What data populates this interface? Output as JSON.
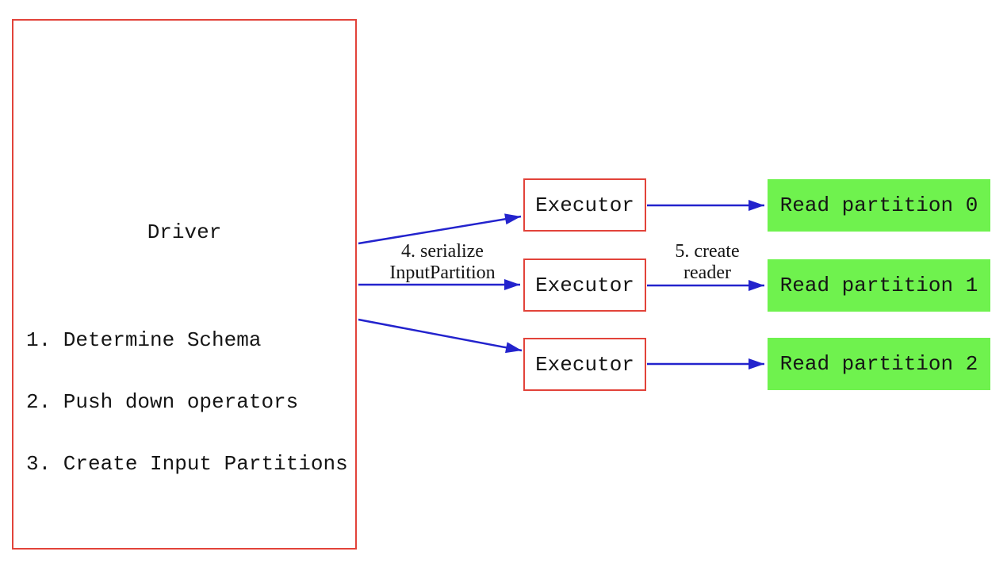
{
  "diagram": {
    "driver": {
      "title": "Driver",
      "steps": [
        "1. Determine Schema",
        "2. Push down operators",
        "3. Create Input Partitions"
      ]
    },
    "executors": [
      {
        "label": "Executor"
      },
      {
        "label": "Executor"
      },
      {
        "label": "Executor"
      }
    ],
    "partitions": [
      {
        "label": "Read partition 0"
      },
      {
        "label": "Read partition 1"
      },
      {
        "label": "Read partition 2"
      }
    ],
    "edge_labels": {
      "serialize": {
        "line1": "4. serialize",
        "line2": "InputPartition"
      },
      "create_reader": {
        "line1": "5. create",
        "line2": "reader"
      }
    },
    "colors": {
      "box_border_red": "#e2433a",
      "arrow_blue": "#2323cd",
      "partition_green": "#6ff24e",
      "text_black": "#151515",
      "background": "#ffffff"
    }
  }
}
